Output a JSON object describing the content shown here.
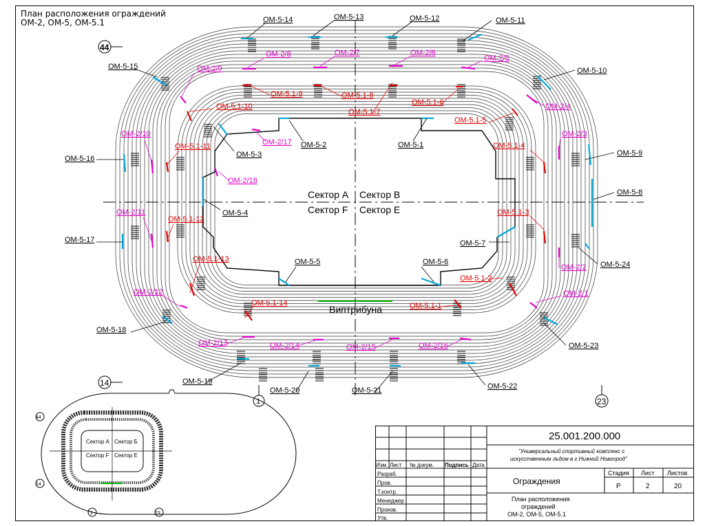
{
  "drawing": {
    "title_line1": "План расположения ограждений",
    "title_line2": "ОМ-2, ОМ-5, ОМ-5.1",
    "axes": {
      "a44": "44",
      "a14": "14",
      "a1": "1",
      "a23": "23"
    },
    "sectors": {
      "a": "Сектор A",
      "b": "Сектор B",
      "f": "Сектор F",
      "e": "Сектор E"
    },
    "viptribune": "Виптрибуна",
    "om5_labels": [
      "ОМ-5-1",
      "ОМ-5-2",
      "ОМ-5-3",
      "ОМ-5-4",
      "ОМ-5-5",
      "ОМ-5-6",
      "ОМ-5-7",
      "ОМ-5-8",
      "ОМ-5-9",
      "ОМ-5-10",
      "ОМ-5-11",
      "ОМ-5-12",
      "ОМ-5-13",
      "ОМ-5-14",
      "ОМ-5-15",
      "ОМ-5-16",
      "ОМ-5-17",
      "ОМ-5-18",
      "ОМ-5-19",
      "ОМ-5-20",
      "ОМ-5-21",
      "ОМ-5-22",
      "ОМ-5-23",
      "ОМ-5-24"
    ],
    "om2_labels": [
      "ОМ-2/1",
      "ОМ-2/2",
      "ОМ-2/3",
      "ОМ-2/4",
      "ОМ-2/5",
      "ОМ-2/6",
      "ОМ-2/7",
      "ОМ-2/8",
      "ОМ-2/9",
      "ОМ-2/10",
      "ОМ-2/11",
      "ОМ-2/12",
      "ОМ-2/13",
      "ОМ-2/14",
      "ОМ-2/15",
      "ОМ-2/16",
      "ОМ-2/17",
      "ОМ-2/18"
    ],
    "om51_labels": [
      "ОМ-5.1-1",
      "ОМ-5.1-2",
      "ОМ-5.1-3",
      "ОМ-5.1-4",
      "ОМ-5.1-5",
      "ОМ-5.1-6",
      "ОМ-5.1-7",
      "ОМ-5.1-8",
      "ОМ-5.1-9",
      "ОМ-5.1-10",
      "ОМ-5.1-11",
      "ОМ-5.1-12",
      "ОМ-5.1-13",
      "ОМ-5.1-14"
    ],
    "mini_sectors": {
      "a": "Сектор A",
      "b": "Сектор Б",
      "f": "Сектор F",
      "e": "Сектор Е"
    },
    "mini_axes": {
      "a44": "44",
      "a14": "14",
      "a1": "1",
      "a23": "23"
    }
  },
  "stamp": {
    "code": "25.001.200.000",
    "project": "\"Универсальный спортивный комплекс с искусственным льдом в г.Нижний Новгород\"",
    "project_l1": "\"Универсальный спортивный комплекс с",
    "project_l2": "искусственным льдом в г.Нижний Новгород\"",
    "col_izm": "Изм.",
    "col_list": "Лист",
    "col_doc": "№ докум.",
    "col_sign": "Подпись",
    "col_date": "Дата",
    "roles": [
      "Разраб.",
      "Пров.",
      "Т.контр.",
      "Менеджер",
      "Произв.",
      "Утв."
    ],
    "name": "Ограждения",
    "stage_h": "Стадия",
    "sheet_h": "Лист",
    "sheets_h": "Листов",
    "stage": "Р",
    "sheet": "2",
    "sheets": "20",
    "desc_l1": "План расположения",
    "desc_l2": "ограждений",
    "desc_l3": "ОМ-2, ОМ-5, ОМ-5.1"
  },
  "colors": {
    "om5": "#00a8d8",
    "om2": "#e000c8",
    "om51": "#e00000",
    "vip": "#00b000",
    "ink": "#000000"
  }
}
